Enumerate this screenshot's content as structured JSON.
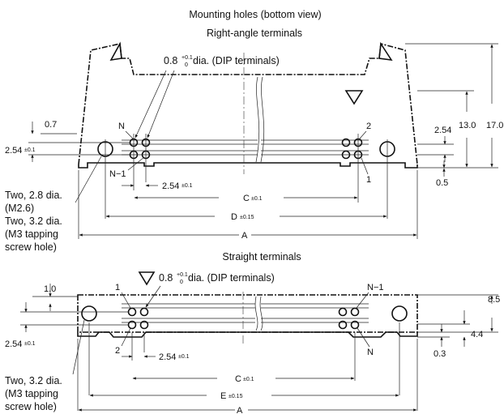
{
  "title": "Mounting holes (bottom view)",
  "right_angle": {
    "subtitle": "Right-angle terminals",
    "dip_label": "0.8",
    "dip_tol_plus": "+0.1",
    "dip_tol_zero": "0",
    "dip_suffix": "dia. (DIP terminals)",
    "dim_0_7": "0.7",
    "dim_2_54_left": "2.54",
    "dim_2_54_left_tol": "±0.1",
    "pin_n": "N",
    "pin_n_minus_1": "N−1",
    "pin_2": "2",
    "pin_1": "1",
    "dim_pitch": "2.54",
    "dim_pitch_tol": "±0.1",
    "dim_c": "C",
    "dim_c_tol": "±0.1",
    "dim_d": "D",
    "dim_d_tol": "±0.15",
    "dim_a": "A",
    "dim_2_54_right": "2.54",
    "dim_0_5": "0.5",
    "dim_13_0": "13.0",
    "dim_17_0": "17.0",
    "note_line1": "Two, 2.8 dia.",
    "note_line2": "(M2.6)",
    "note_line3": "Two, 3.2 dia.",
    "note_line4": "(M3 tapping",
    "note_line5": "screw hole)"
  },
  "straight": {
    "subtitle": "Straight terminals",
    "dip_label": "0.8",
    "dip_tol_plus": "+0.1",
    "dip_tol_zero": "0",
    "dip_suffix": "dia. (DIP terminals)",
    "dim_1_0": "1.0",
    "dim_2_54_left": "2.54",
    "dim_2_54_left_tol": "±0.1",
    "pin_1": "1",
    "pin_2": "2",
    "pin_n_minus_1": "N−1",
    "pin_n": "N",
    "dim_pitch": "2.54",
    "dim_pitch_tol": "±0.1",
    "dim_c": "C",
    "dim_c_tol": "±0.1",
    "dim_e": "E",
    "dim_e_tol": "±0.15",
    "dim_a": "A",
    "dim_8_5": "8.5",
    "dim_4_4": "4.4",
    "dim_0_3": "0.3",
    "note_line1": "Two, 3.2 dia.",
    "note_line2": "(M3 tapping",
    "note_line3": "screw hole)"
  }
}
